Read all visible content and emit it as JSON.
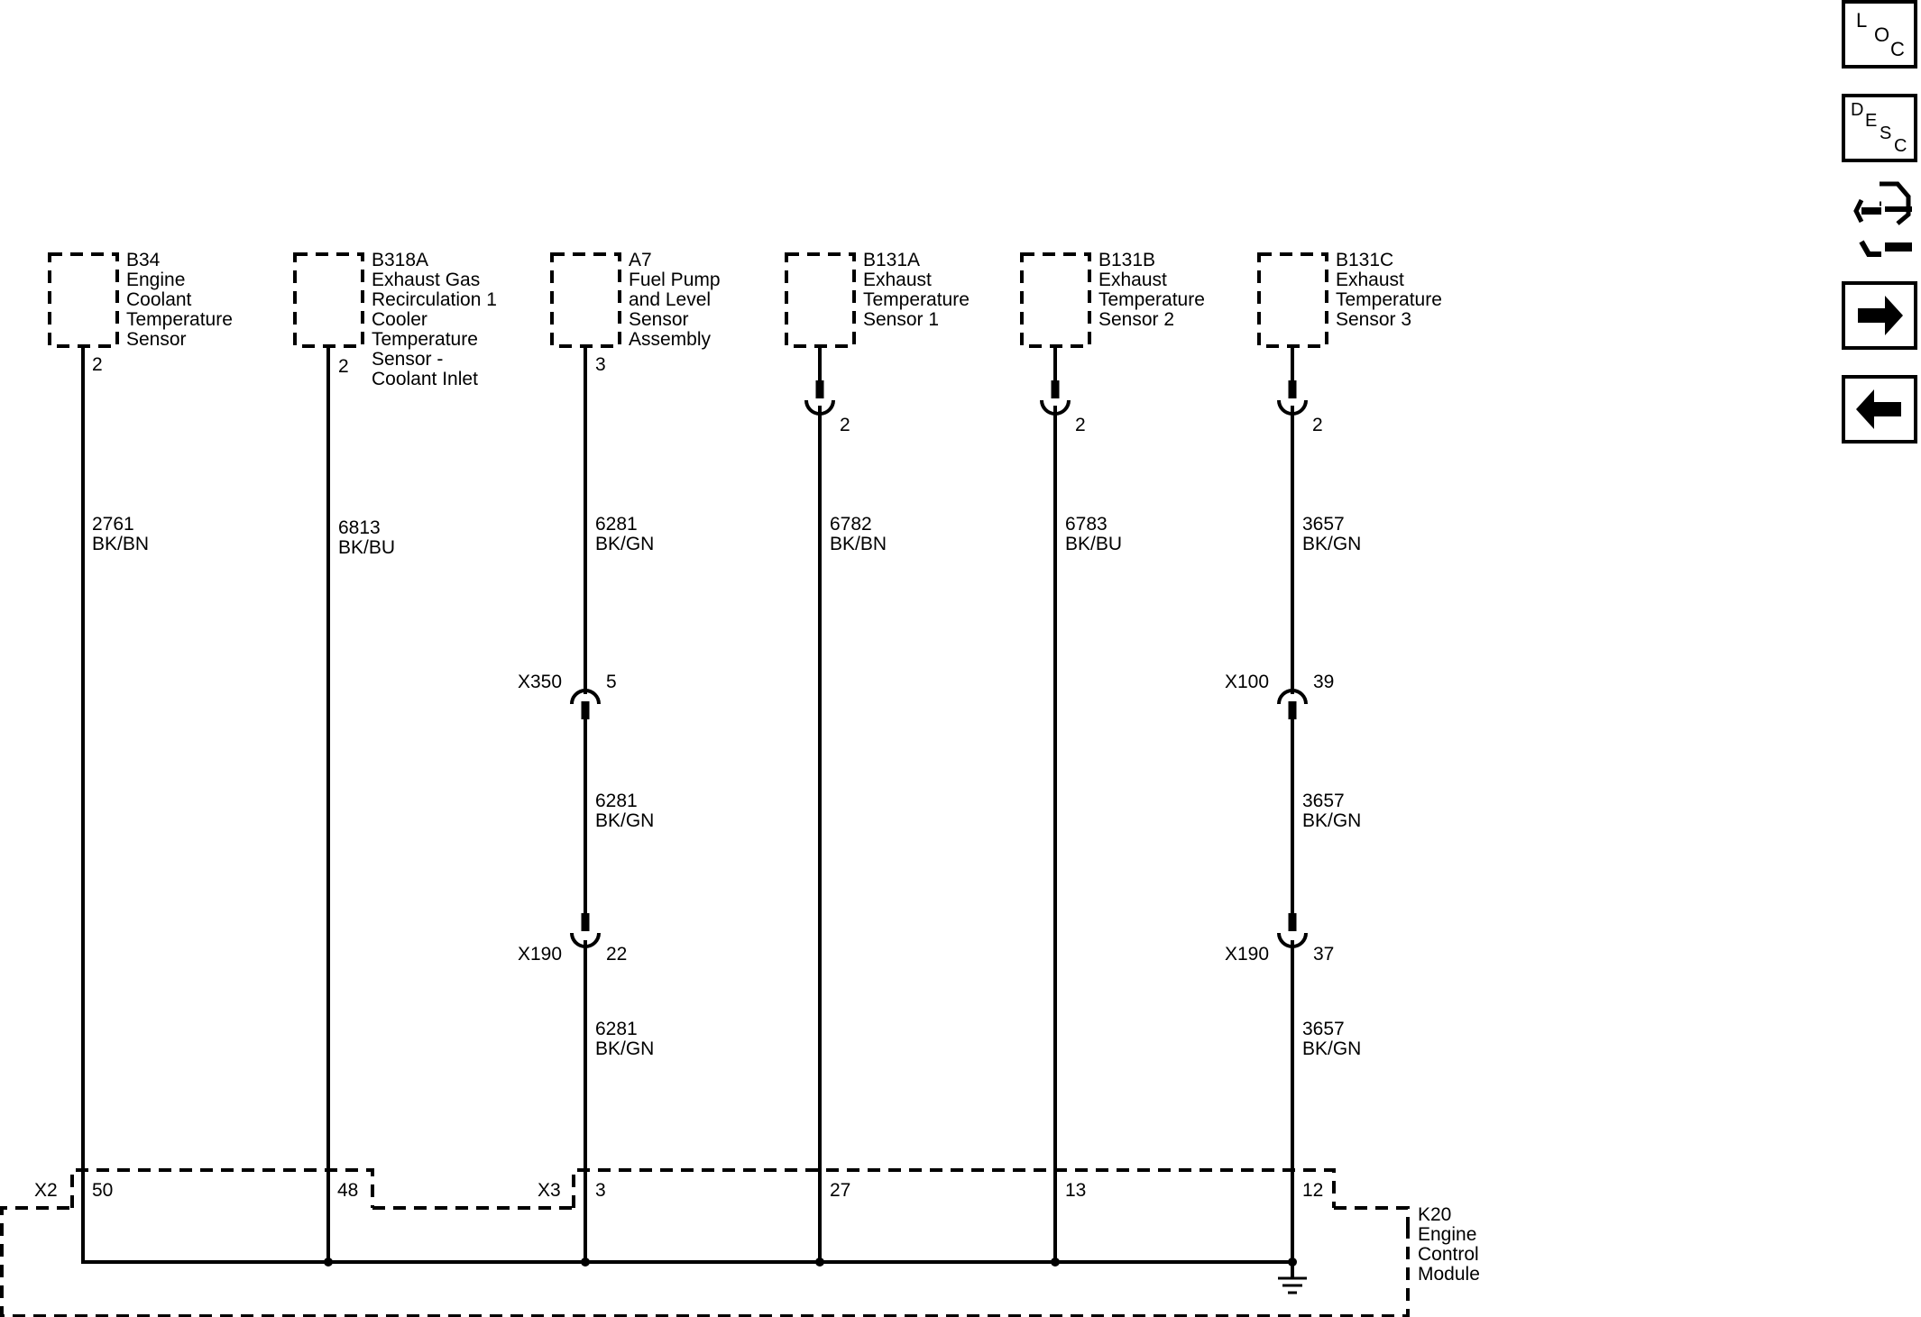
{
  "components": [
    {
      "id": "B34",
      "lines": [
        "B34",
        "Engine",
        "Coolant",
        "Temperature",
        "Sensor"
      ],
      "pin": "2"
    },
    {
      "id": "B318A",
      "lines": [
        "B318A",
        "Exhaust Gas",
        "Recirculation 1",
        "Cooler",
        "Temperature",
        "Sensor -",
        "Coolant Inlet"
      ],
      "pin": "2"
    },
    {
      "id": "A7",
      "lines": [
        "A7",
        "Fuel Pump",
        "and Level",
        "Sensor",
        "Assembly"
      ],
      "pin": "3"
    },
    {
      "id": "B131A",
      "lines": [
        "B131A",
        "Exhaust",
        "Temperature",
        "Sensor 1"
      ],
      "pin": "2"
    },
    {
      "id": "B131B",
      "lines": [
        "B131B",
        "Exhaust",
        "Temperature",
        "Sensor 2"
      ],
      "pin": "2"
    },
    {
      "id": "B131C",
      "lines": [
        "B131C",
        "Exhaust",
        "Temperature",
        "Sensor 3"
      ],
      "pin": "2"
    }
  ],
  "wires": [
    {
      "circuit": "2761",
      "color": "BK/BN"
    },
    {
      "circuit": "6813",
      "color": "BK/BU"
    },
    {
      "circuit": "6281",
      "color": "BK/GN"
    },
    {
      "circuit": "6782",
      "color": "BK/BN"
    },
    {
      "circuit": "6783",
      "color": "BK/BU"
    },
    {
      "circuit": "3657",
      "color": "BK/GN"
    }
  ],
  "inline_connectors": {
    "a7_upper": {
      "name": "X350",
      "pin": "5"
    },
    "a7_lower": {
      "name": "X190",
      "pin": "22"
    },
    "b131c_upper": {
      "name": "X100",
      "pin": "39"
    },
    "b131c_lower": {
      "name": "X190",
      "pin": "37"
    }
  },
  "segment_wires": {
    "a7_mid": {
      "circuit": "6281",
      "color": "BK/GN"
    },
    "a7_low": {
      "circuit": "6281",
      "color": "BK/GN"
    },
    "b131c_mid": {
      "circuit": "3657",
      "color": "BK/GN"
    },
    "b131c_low": {
      "circuit": "3657",
      "color": "BK/GN"
    }
  },
  "ecm": {
    "lines": [
      "K20",
      "Engine",
      "Control",
      "Module"
    ],
    "connectors": [
      {
        "name": "X2",
        "pins": [
          "50",
          "48"
        ]
      },
      {
        "name": "X3",
        "pins": [
          "3",
          "27",
          "13",
          "12"
        ]
      }
    ]
  },
  "nav": {
    "loc_letters": [
      "L",
      "O",
      "C"
    ],
    "desc_letters": [
      "D",
      "E",
      "S",
      "C"
    ],
    "icons": [
      "connector-end-view-icon",
      "arrow-right-icon",
      "arrow-left-icon"
    ]
  }
}
